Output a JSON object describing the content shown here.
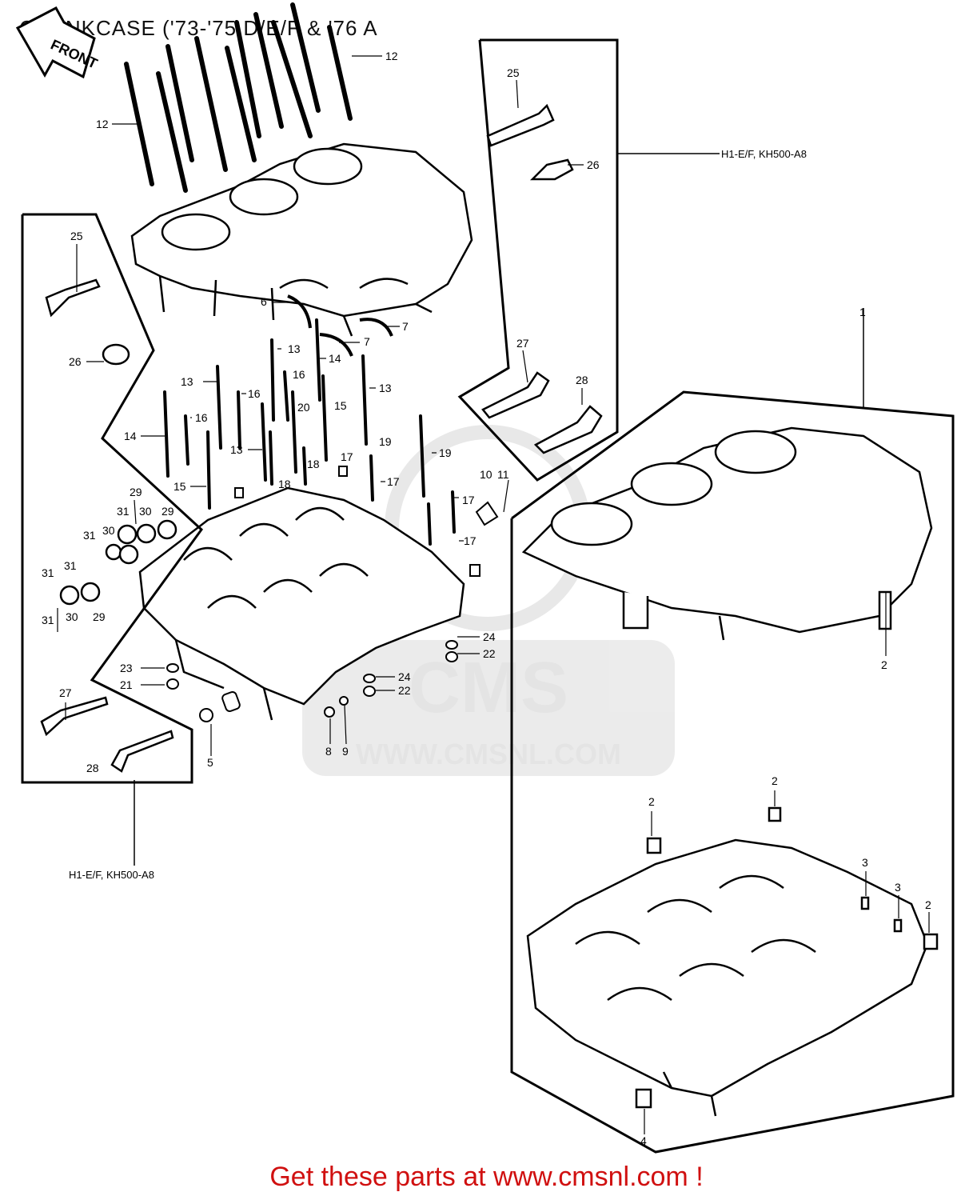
{
  "title": "CRANKCASE ('73-'75 D/E/F & '76 A",
  "footer": "Get these parts at www.cmsnl.com !",
  "front_arrow": "FRONT",
  "watermark": {
    "brand": "CMS",
    "url": "WWW.CMSNL.COM"
  },
  "notes": {
    "inset_top": "H1-E/F, KH500-A8",
    "inset_left": "H1-E/F, KH500-A8"
  },
  "callouts": [
    "1",
    "2",
    "3",
    "4",
    "5",
    "6",
    "7",
    "8",
    "9",
    "10",
    "11",
    "12",
    "13",
    "14",
    "15",
    "16",
    "17",
    "18",
    "19",
    "20",
    "21",
    "22",
    "23",
    "24",
    "25",
    "26",
    "27",
    "28",
    "29",
    "30",
    "31"
  ]
}
